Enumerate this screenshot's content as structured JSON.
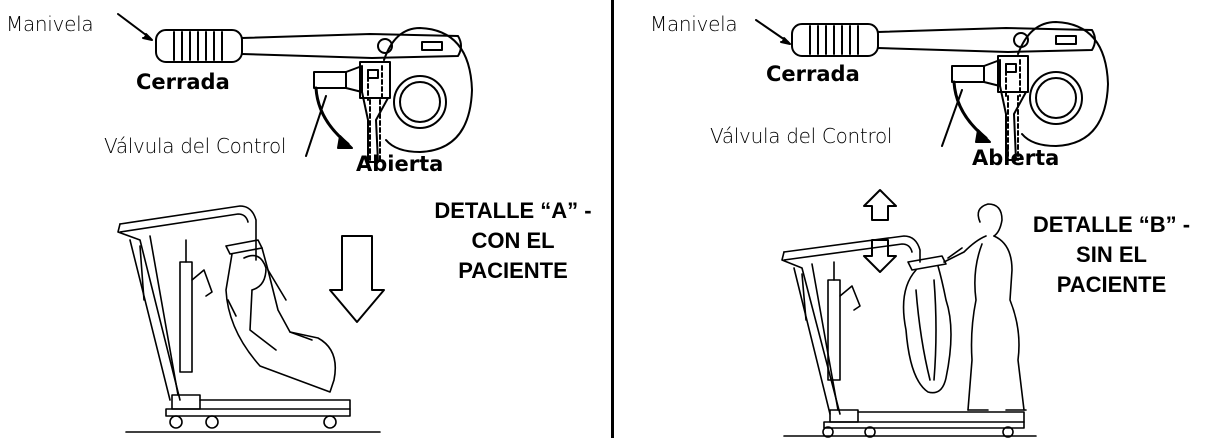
{
  "detail_a": {
    "crank_label": "Manivela",
    "closed_label": "Cerrada",
    "valve_label": "Válvula del Control",
    "open_label": "Abierta",
    "title_line1": "DETALLE “A” -",
    "title_line2": "CON EL",
    "title_line3": "PACIENTE"
  },
  "detail_b": {
    "crank_label": "Manivela",
    "closed_label": "Cerrada",
    "valve_label": "Válvula del Control",
    "open_label": "Abierta",
    "title_line1": "DETALLE “B” -",
    "title_line2": "SIN EL",
    "title_line3": "PACIENTE"
  },
  "icons": {
    "arrow_down": "down-arrow-icon",
    "arrow_up": "up-arrow-icon"
  }
}
